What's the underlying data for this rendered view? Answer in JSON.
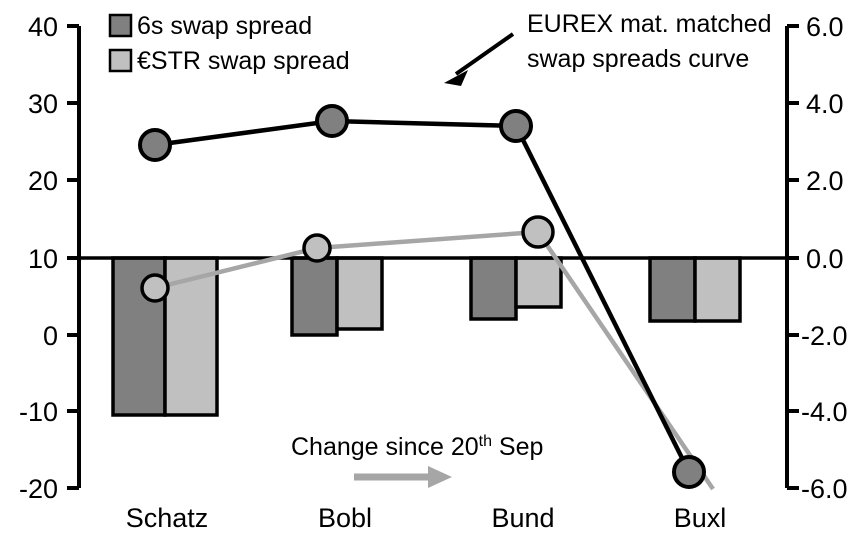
{
  "chart_data": {
    "type": "bar",
    "title": "",
    "subtitle": "",
    "xlabel": "",
    "categories": [
      "Schatz",
      "Bobl",
      "Bund",
      "Buxl"
    ],
    "grid": false,
    "legend_position": "top-left",
    "axes": {
      "left": {
        "label": "",
        "ylim": [
          -20,
          40
        ],
        "ticks": [
          "40",
          "30",
          "20",
          "10",
          "0",
          "-10",
          "-20"
        ],
        "tick_values": [
          40,
          30,
          20,
          10,
          0,
          -10,
          -20
        ],
        "zero_reference_value": 10
      },
      "right": {
        "label": "",
        "ylim": [
          -6.0,
          6.0
        ],
        "ticks": [
          "6.0",
          "4.0",
          "2.0",
          "0.0",
          "-2.0",
          "-4.0",
          "-6.0"
        ],
        "tick_values": [
          6.0,
          4.0,
          2.0,
          0.0,
          -2.0,
          -4.0,
          -6.0
        ],
        "zero_reference_value": 0.0
      }
    },
    "series": [
      {
        "name": "6s swap spread",
        "kind": "bar",
        "axis": "right",
        "color": "#808080",
        "edge_color": "#000000",
        "values": [
          -4.1,
          -1.95,
          -1.55,
          -1.6
        ]
      },
      {
        "name": "€STR swap spread",
        "kind": "bar",
        "axis": "right",
        "color": "#C0C0C0",
        "edge_color": "#000000",
        "values": [
          -4.1,
          -1.8,
          -1.25,
          -1.6
        ]
      },
      {
        "name": "EUREX mat. matched swap spreads curve",
        "kind": "line",
        "axis": "left",
        "color": "#000000",
        "marker_color": "#808080",
        "values": [
          24.5,
          28.0,
          27.3,
          -18.1
        ]
      },
      {
        "name": "change-since-line",
        "kind": "line",
        "axis": "left",
        "color": "#A6A6A6",
        "marker_color": "#C0C0C0",
        "values": [
          6.1,
          10.6,
          12.8,
          -19.7
        ]
      }
    ],
    "annotations": [
      {
        "id": "eurex-callout",
        "text_line1": "EUREX mat. matched",
        "text_line2": "swap spreads curve",
        "has_arrow": true,
        "arrow_color": "#000000"
      },
      {
        "id": "change-callout",
        "text_prefix": "Change since 20",
        "text_superscript": "th",
        "text_suffix": " Sep",
        "has_arrow": true,
        "arrow_color": "#A6A6A6"
      }
    ]
  },
  "legend": {
    "items": [
      {
        "label": "6s swap spread",
        "swatch_color": "#808080"
      },
      {
        "label": "€STR swap spread",
        "swatch_color": "#C0C0C0"
      }
    ]
  },
  "left_axis_ticks": [
    {
      "label": "40"
    },
    {
      "label": "30"
    },
    {
      "label": "20"
    },
    {
      "label": "10"
    },
    {
      "label": "0"
    },
    {
      "label": "-10"
    },
    {
      "label": "-20"
    }
  ],
  "right_axis_ticks": [
    {
      "label": "6.0"
    },
    {
      "label": "4.0"
    },
    {
      "label": "2.0"
    },
    {
      "label": "0.0"
    },
    {
      "label": "-2.0"
    },
    {
      "label": "-4.0"
    },
    {
      "label": "-6.0"
    }
  ],
  "category_labels": [
    {
      "label": "Schatz"
    },
    {
      "label": "Bobl"
    },
    {
      "label": "Bund"
    },
    {
      "label": "Buxl"
    }
  ],
  "annotations": {
    "eurex_line1": "EUREX mat. matched",
    "eurex_line2": "swap spreads curve",
    "change_prefix": "Change since 20",
    "change_sup": "th",
    "change_suffix": " Sep"
  }
}
